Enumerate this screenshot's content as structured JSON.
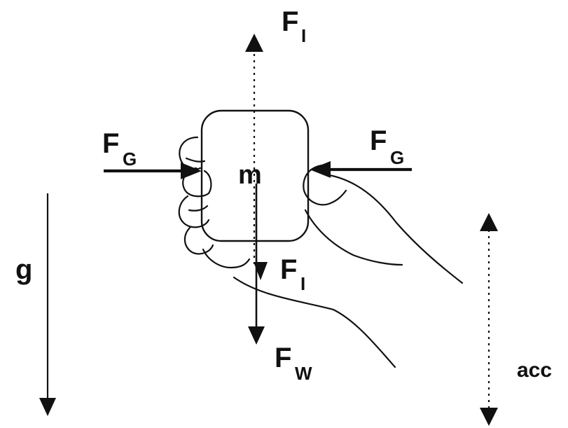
{
  "diagram": {
    "labels": {
      "inertial_force_up": {
        "main": "F",
        "sub": "I"
      },
      "grip_force_left": {
        "main": "F",
        "sub": "G"
      },
      "grip_force_right": {
        "main": "F",
        "sub": "G"
      },
      "mass": "m",
      "inertial_force_down": {
        "main": "F",
        "sub": "I"
      },
      "weight_force": {
        "main": "F",
        "sub": "W"
      },
      "gravity": "g",
      "acceleration": "acc"
    },
    "colors": {
      "ink": "#111111",
      "background": "#ffffff"
    }
  }
}
